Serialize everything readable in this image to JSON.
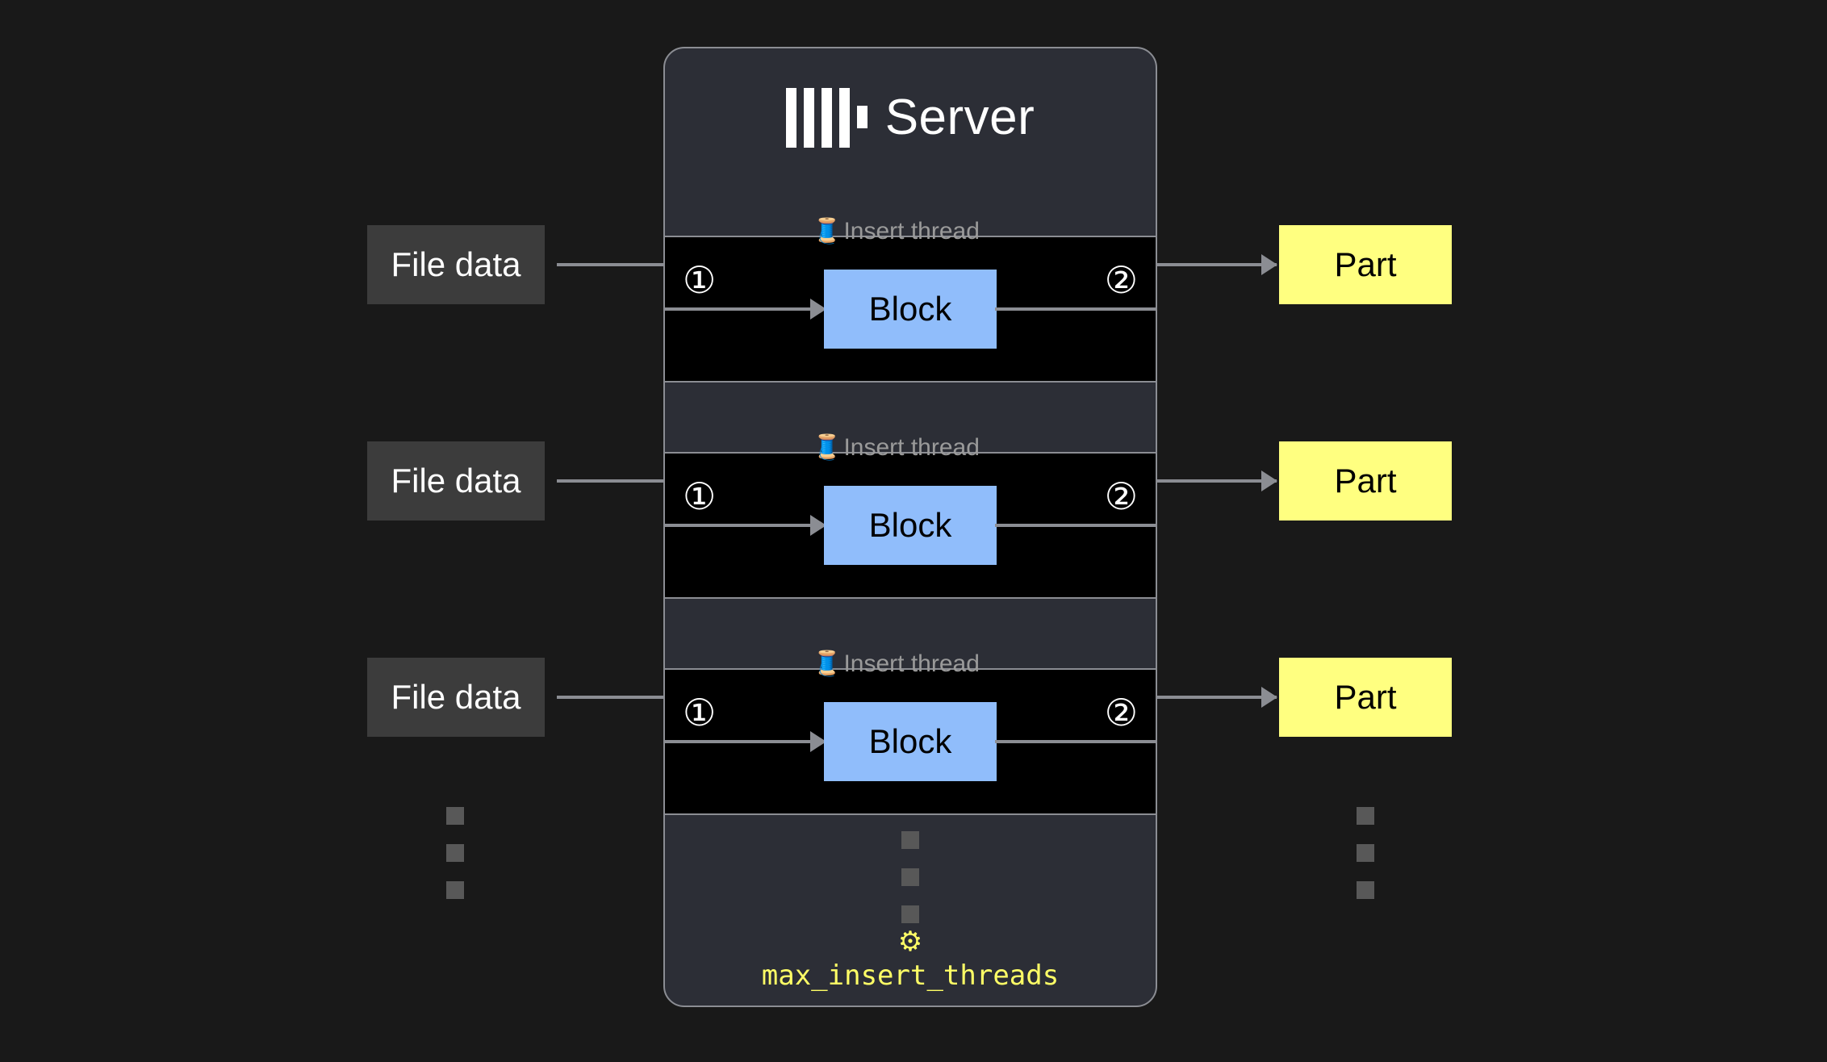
{
  "page": {
    "background": "#191919",
    "accent_yellow": "#ffff66",
    "block_blue": "#90bdfb",
    "part_yellow": "#ffff80",
    "line_gray": "#8b8d93"
  },
  "server": {
    "title": "Server",
    "logo_icon": "clickhouse-logo-icon",
    "setting": {
      "icon": "gear-icon",
      "glyph": "⚙",
      "name": "max_insert_threads"
    },
    "lanes": [
      {
        "thread_label": "Insert thread",
        "thread_icon": "thread-spool-icon",
        "thread_glyph": "🧵",
        "step_in": "①",
        "step_out": "②",
        "block_label": "Block"
      },
      {
        "thread_label": "Insert thread",
        "thread_icon": "thread-spool-icon",
        "thread_glyph": "🧵",
        "step_in": "①",
        "step_out": "②",
        "block_label": "Block"
      },
      {
        "thread_label": "Insert thread",
        "thread_icon": "thread-spool-icon",
        "thread_glyph": "🧵",
        "step_in": "①",
        "step_out": "②",
        "block_label": "Block"
      }
    ]
  },
  "inputs": [
    {
      "label": "File data"
    },
    {
      "label": "File data"
    },
    {
      "label": "File data"
    }
  ],
  "outputs": [
    {
      "label": "Part"
    },
    {
      "label": "Part"
    },
    {
      "label": "Part"
    }
  ],
  "ellipsis": {
    "count": 3,
    "columns": [
      "left",
      "center",
      "right"
    ]
  }
}
